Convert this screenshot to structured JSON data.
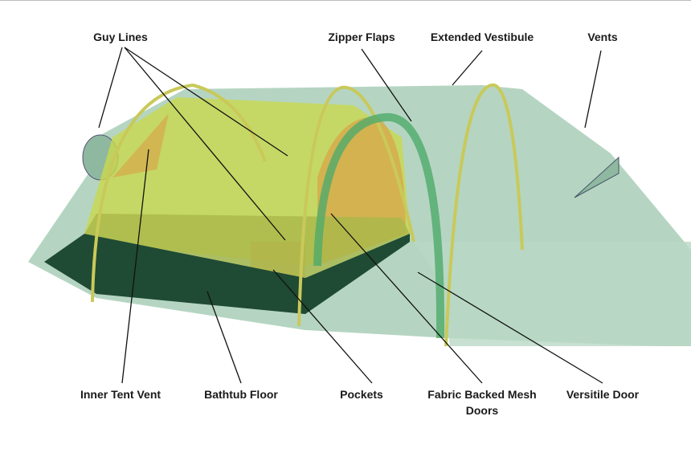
{
  "labels": {
    "guy_lines": "Guy Lines",
    "zipper_flaps": "Zipper Flaps",
    "extended_vestibule": "Extended Vestibule",
    "vents": "Vents",
    "inner_tent_vent": "Inner Tent Vent",
    "bathtub_floor": "Bathtub Floor",
    "pockets": "Pockets",
    "fabric_backed_mesh_doors_line1": "Fabric Backed Mesh",
    "fabric_backed_mesh_doors_line2": "Doors",
    "versitile_door": "Versitile Door"
  },
  "colors": {
    "fly": "#7fb89a",
    "inner": "#c8d84a",
    "floor": "#1f4a33",
    "pole": "#c9c95a",
    "leader": "#111111"
  }
}
